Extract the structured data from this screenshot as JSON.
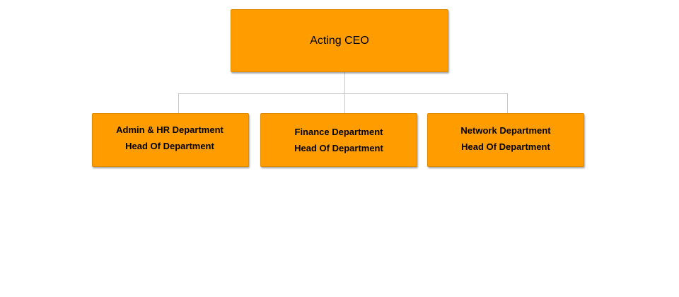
{
  "colors": {
    "node_fill": "#FF9C00",
    "node_border": "#E08A00",
    "connector": "#C8C8C8"
  },
  "org_chart": {
    "root": {
      "title": "Acting CEO"
    },
    "children": [
      {
        "department": "Admin & HR Department",
        "role": "Head Of Department"
      },
      {
        "department": "Finance Department",
        "role": "Head Of Department"
      },
      {
        "department": "Network Department",
        "role": "Head Of Department"
      }
    ]
  }
}
